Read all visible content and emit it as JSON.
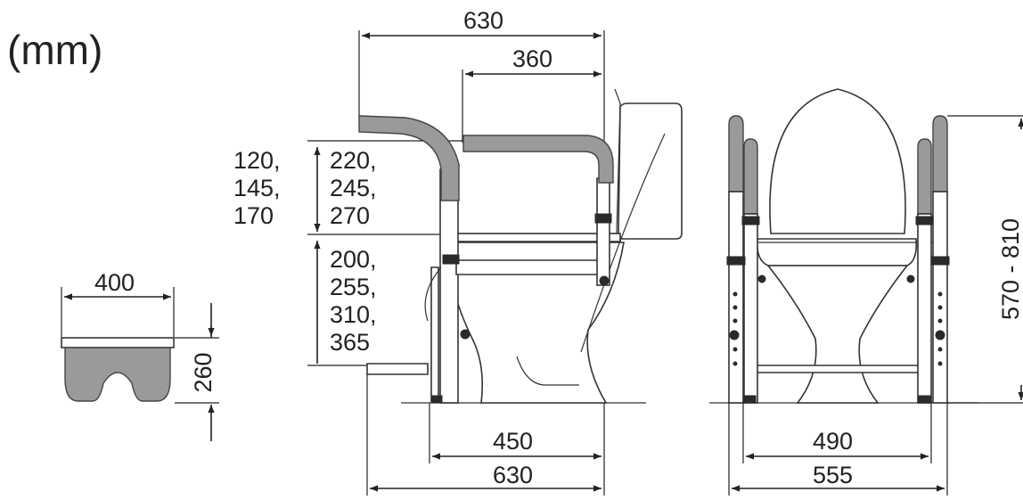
{
  "units": "(mm)",
  "stool": {
    "width": "400",
    "height": "260"
  },
  "side_view": {
    "overall_width_top": "630",
    "armrest_span": "360",
    "armrest_height_options": [
      "120,",
      "145,",
      "170"
    ],
    "armrest_adjust_options": [
      "220,",
      "245,",
      "270"
    ],
    "seat_height_options": [
      "200,",
      "255,",
      "310,",
      "365"
    ],
    "base_depth": "450",
    "overall_depth": "630"
  },
  "front_view": {
    "height_range": "570 - 810",
    "inner_width": "490",
    "outer_width": "555"
  },
  "colors": {
    "line": "#222222",
    "armrest_grey": "#9a9a9a",
    "background": "#ffffff"
  }
}
